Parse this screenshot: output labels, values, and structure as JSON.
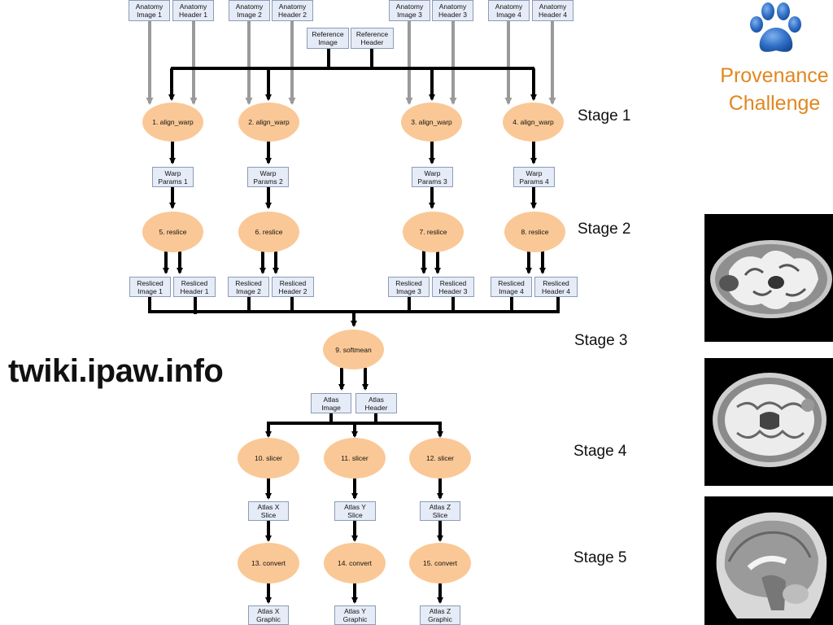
{
  "colors": {
    "process_fill": "#fac896",
    "data_fill": "#e6ecf7",
    "data_border": "#8c9bb5",
    "input_arrow": "#9a9a9a",
    "flow_arrow": "#000000",
    "logo_blue": "#2f6fc6",
    "logo_text": "#e0871f"
  },
  "inputs": {
    "anatomy_image_1": "Anatomy\nImage 1",
    "anatomy_header_1": "Anatomy\nHeader 1",
    "anatomy_image_2": "Anatomy\nImage 2",
    "anatomy_header_2": "Anatomy\nHeader 2",
    "anatomy_image_3": "Anatomy\nImage 3",
    "anatomy_header_3": "Anatomy\nHeader 3",
    "anatomy_image_4": "Anatomy\nImage 4",
    "anatomy_header_4": "Anatomy\nHeader 4",
    "reference_image": "Reference\nImage",
    "reference_header": "Reference\nHeader"
  },
  "processes": {
    "align_warp_1": "1. align_warp",
    "align_warp_2": "2. align_warp",
    "align_warp_3": "3. align_warp",
    "align_warp_4": "4. align_warp",
    "reslice_5": "5. reslice",
    "reslice_6": "6. reslice",
    "reslice_7": "7. reslice",
    "reslice_8": "8. reslice",
    "softmean_9": "9. softmean",
    "slicer_10": "10. slicer",
    "slicer_11": "11. slicer",
    "slicer_12": "12. slicer",
    "convert_13": "13. convert",
    "convert_14": "14. convert",
    "convert_15": "15. convert"
  },
  "data": {
    "warp_params_1": "Warp\nParams 1",
    "warp_params_2": "Warp\nParams 2",
    "warp_params_3": "Warp\nParams 3",
    "warp_params_4": "Warp\nParams 4",
    "resliced_image_1": "Resliced\nImage 1",
    "resliced_header_1": "Resliced\nHeader 1",
    "resliced_image_2": "Resliced\nImage 2",
    "resliced_header_2": "Resliced\nHeader 2",
    "resliced_image_3": "Resliced\nImage 3",
    "resliced_header_3": "Resliced\nHeader 3",
    "resliced_image_4": "Resliced\nImage 4",
    "resliced_header_4": "Resliced\nHeader 4",
    "atlas_image": "Atlas\nImage",
    "atlas_header": "Atlas\nHeader",
    "atlas_x_slice": "Atlas X\nSlice",
    "atlas_y_slice": "Atlas Y\nSlice",
    "atlas_z_slice": "Atlas Z\nSlice",
    "atlas_x_graphic": "Atlas X\nGraphic",
    "atlas_y_graphic": "Atlas Y\nGraphic",
    "atlas_z_graphic": "Atlas Z\nGraphic"
  },
  "stages": {
    "stage_1": "Stage 1",
    "stage_2": "Stage 2",
    "stage_3": "Stage 3",
    "stage_4": "Stage 4",
    "stage_5": "Stage 5"
  },
  "url_label": "twiki.ipaw.info",
  "logo": {
    "icon": "paw-print-icon",
    "line_1": "Provenance",
    "line_2": "Challenge"
  },
  "scans": [
    {
      "icon": "brain-mri-axial-icon"
    },
    {
      "icon": "brain-mri-axial-icon"
    },
    {
      "icon": "brain-mri-sagittal-icon"
    }
  ]
}
